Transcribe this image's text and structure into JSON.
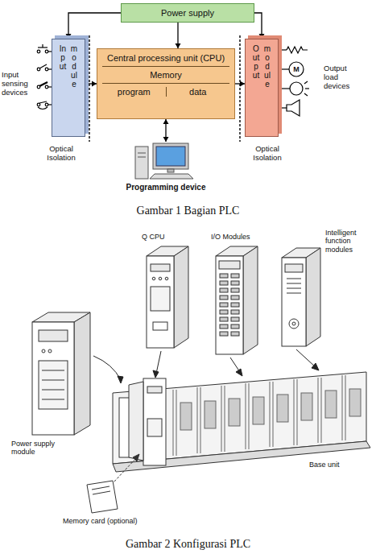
{
  "diagram": {
    "nodes": [
      {
        "text": [
          "Power supply"
        ]
      },
      {
        "text": [
          "Input",
          "module"
        ]
      },
      {
        "text": [
          "Central processing unit (CPU)",
          "Memory",
          "program",
          "data"
        ]
      },
      {
        "text": [
          "Output",
          "module"
        ]
      },
      {
        "text": [
          "Programming device"
        ]
      }
    ],
    "edges": [
      {
        "from": 0,
        "to": 1,
        "arrow": "to"
      },
      {
        "from": 0,
        "to": 2,
        "arrow": "to"
      },
      {
        "from": 0,
        "to": 3,
        "arrow": "to"
      },
      {
        "from": 1,
        "to": 2,
        "arrow": "to"
      },
      {
        "from": 2,
        "to": 3,
        "arrow": "to"
      },
      {
        "from": 2,
        "to": 4,
        "arrow": "both"
      }
    ],
    "labels": [
      "Input sensing devices",
      "Output load devices",
      "M",
      "Optical Isolation",
      "Optical Isolation",
      "Gambar 1 Bagian PLC",
      "Q CPU",
      "I/O Modules",
      "Intelligent function modules",
      "Power supply module",
      "Base unit",
      "Memory card (optional)",
      "Gambar 2 Konfigurasi PLC"
    ]
  }
}
